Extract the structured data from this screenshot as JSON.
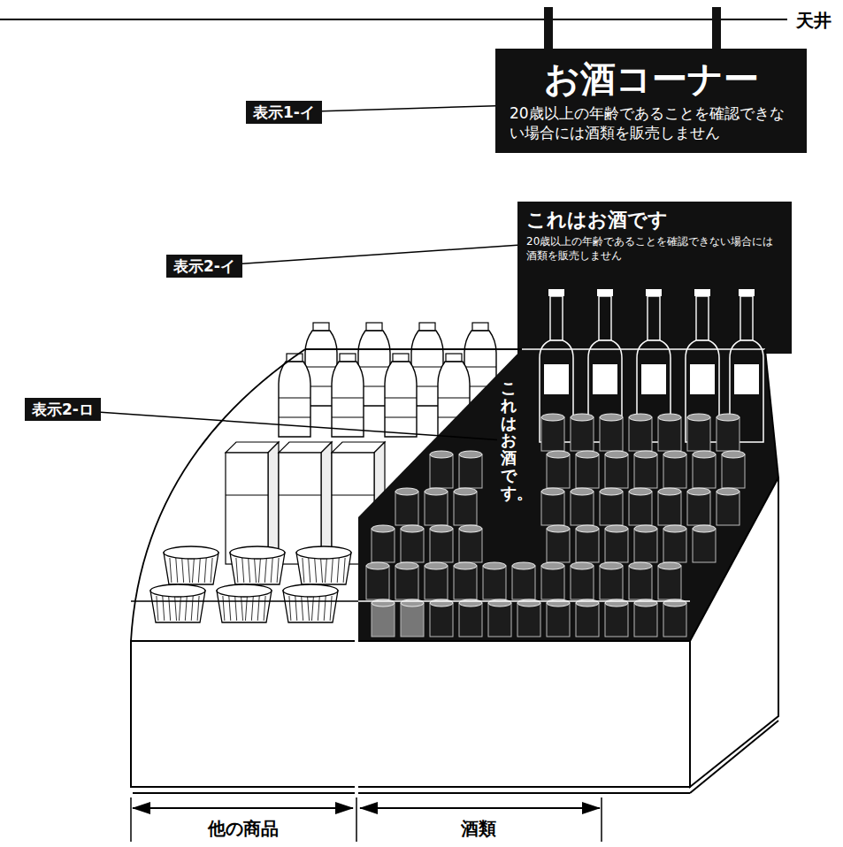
{
  "diagram": {
    "nodes": [
      {
        "text": [
          "お酒コーナー",
          "20歳以上の年齢であることを確認できない場合には酒類を販売しません"
        ]
      },
      {
        "text": [
          "表示1-イ"
        ]
      },
      {
        "text": [
          "これはお酒です",
          "20歳以上の年齢であることを確認できない場合には酒類を販売しません"
        ]
      },
      {
        "text": [
          "表示2-イ"
        ]
      },
      {
        "text": [
          "これはお酒です。"
        ]
      },
      {
        "text": [
          "表示2-ロ"
        ]
      }
    ],
    "edges": [
      {
        "from": 1,
        "to": 0,
        "arrow": "none"
      },
      {
        "from": 3,
        "to": 2,
        "arrow": "none"
      },
      {
        "from": 5,
        "to": 4,
        "arrow": "none"
      }
    ],
    "labels": [
      "天井",
      "他の商品",
      "酒類"
    ]
  }
}
